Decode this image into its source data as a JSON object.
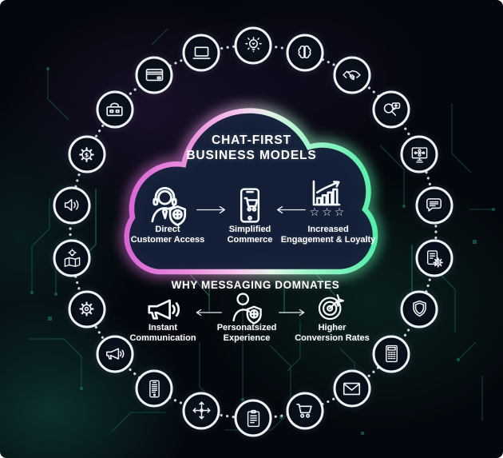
{
  "colors": {
    "background": "#04070d",
    "cloud_fill": "#142139",
    "gradient_pink": "#d966d4",
    "gradient_green": "#55eea9",
    "icon_white": "#f2f6fa",
    "circuit_teal": "#1d8470"
  },
  "cloud": {
    "title_line1": "CHAT-FIRST",
    "title_line2": "BUSINESS MODELS",
    "stars": "☆☆☆",
    "items": [
      {
        "icon": "support-agent-icon",
        "label_line1": "Direct",
        "label_line2": "Customer Access"
      },
      {
        "icon": "phone-cart-icon",
        "label_line1": "Simplified",
        "label_line2": "Commerce"
      },
      {
        "icon": "chart-stars-icon",
        "label_line1": "Increased",
        "label_line2": "Engagement & Loyalty"
      }
    ]
  },
  "bottom_section": {
    "heading": "WHY MESSAGING DOMNATES",
    "items": [
      {
        "icon": "megaphone-icon",
        "label_line1": "Instant",
        "label_line2": "Communication"
      },
      {
        "icon": "person-shield-icon",
        "label_line1": "Personatsized",
        "label_line2": "Experience"
      },
      {
        "icon": "target-dart-icon",
        "label_line1": "Higher",
        "label_line2": "Conversion Rates"
      }
    ]
  },
  "ring": {
    "items": [
      {
        "icon": "lightbulb-icon"
      },
      {
        "icon": "brain-icon"
      },
      {
        "icon": "handshake-icon"
      },
      {
        "icon": "search-chat-icon"
      },
      {
        "icon": "monitor-network-icon"
      },
      {
        "icon": "chat-bubble-icon"
      },
      {
        "icon": "document-gear-icon"
      },
      {
        "icon": "shield-icon"
      },
      {
        "icon": "calculator-icon"
      },
      {
        "icon": "envelope-icon"
      },
      {
        "icon": "shopping-cart-icon"
      },
      {
        "icon": "clipboard-list-icon"
      },
      {
        "icon": "move-arrows-icon"
      },
      {
        "icon": "phone-list-icon"
      },
      {
        "icon": "megaphone-icon"
      },
      {
        "icon": "gear-icon"
      },
      {
        "icon": "map-idea-icon"
      },
      {
        "icon": "volume-icon"
      },
      {
        "icon": "gear-dollar-icon"
      },
      {
        "icon": "briefcase-icon"
      },
      {
        "icon": "credit-card-icon"
      },
      {
        "icon": "laptop-icon"
      }
    ]
  }
}
